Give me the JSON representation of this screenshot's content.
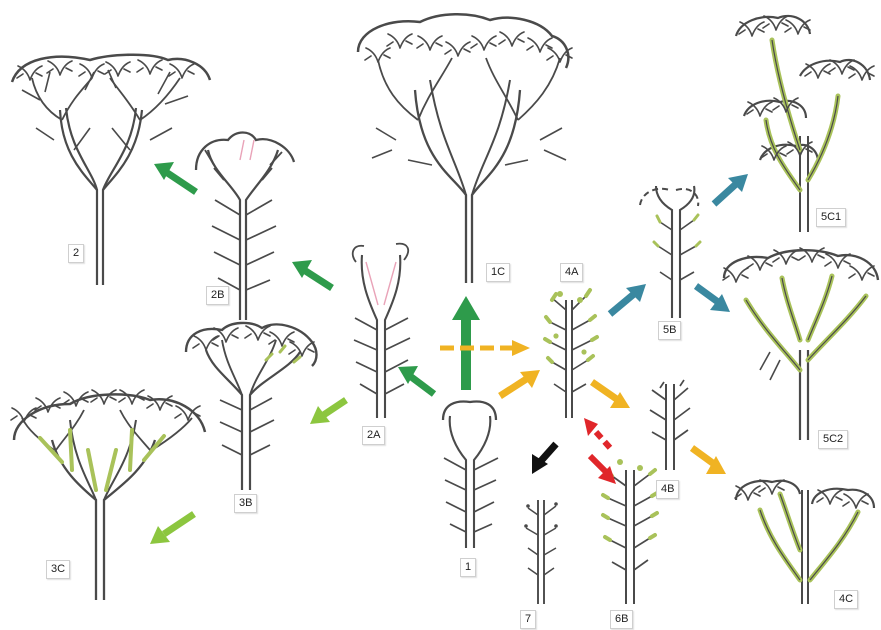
{
  "diagram": {
    "stage_labels": {
      "s1": "1",
      "s2": "2",
      "s1C": "1C",
      "s2A": "2A",
      "s2B": "2B",
      "s3B": "3B",
      "s3C": "3C",
      "s4A": "4A",
      "s4B": "4B",
      "s4C": "4C",
      "s5B": "5B",
      "s5C1": "5C1",
      "s5C2": "5C2",
      "s6B": "6B",
      "s7": "7"
    },
    "colors": {
      "outline": "#4a4a4a",
      "stem_fill": "#ffffff",
      "green_leaf": "#a9c25a",
      "arrow_dark_green": "#2e9b4b",
      "arrow_mid_green": "#3fae55",
      "arrow_light_green": "#8cc63f",
      "arrow_yellow": "#f0b323",
      "arrow_teal": "#3a88a0",
      "arrow_red": "#e0262a",
      "arrow_black": "#111111",
      "bud_pink": "#e9a3b8"
    }
  }
}
